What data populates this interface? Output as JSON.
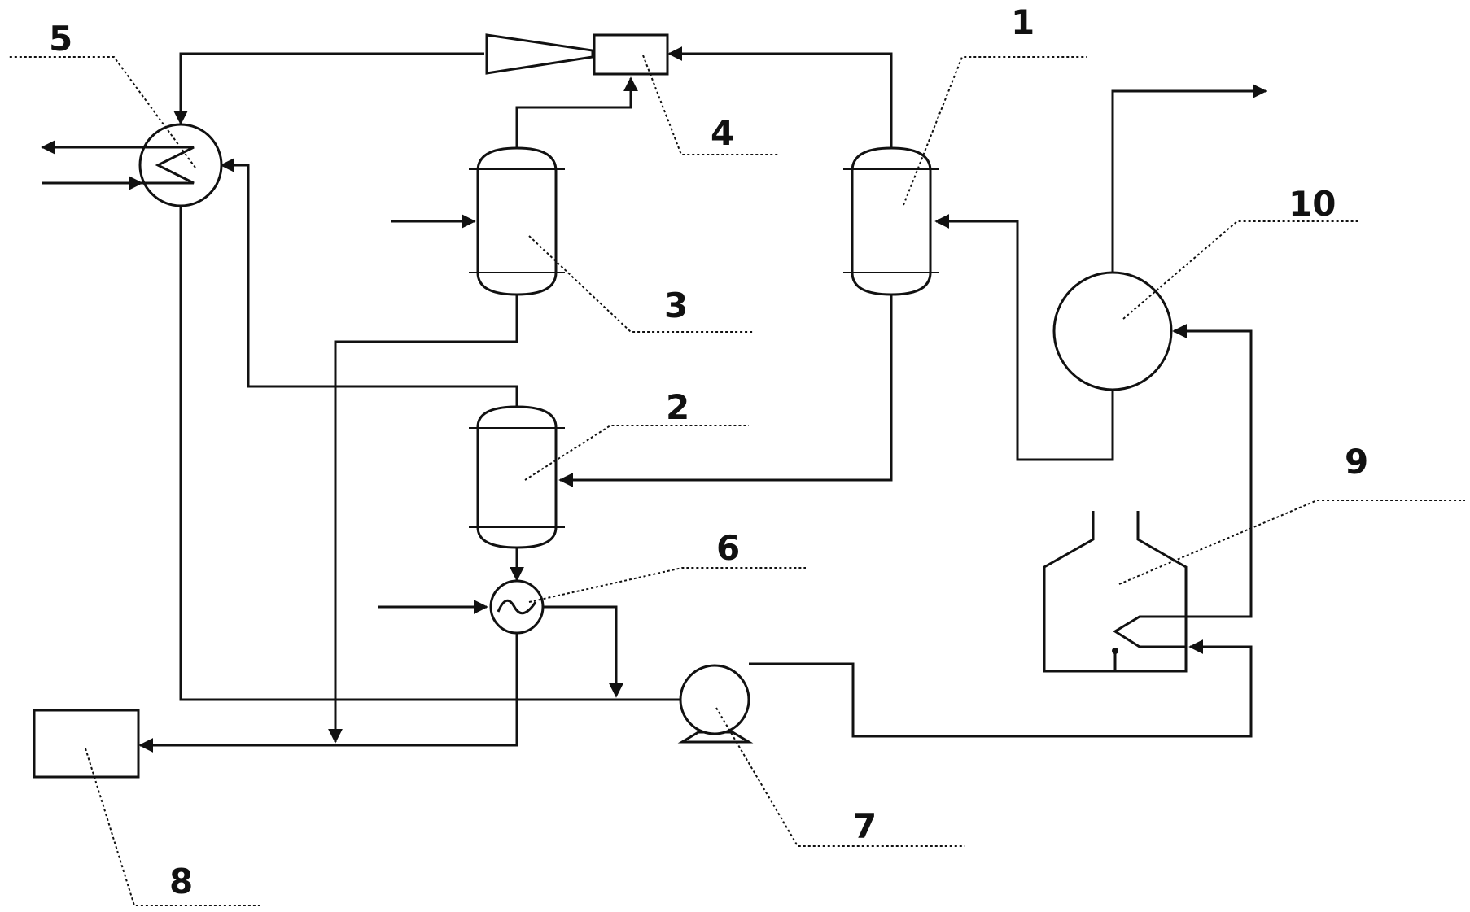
{
  "labels": {
    "reactor_1": "1",
    "reactor_2": "2",
    "reactor_3": "3",
    "mixer_4": "4",
    "exchanger_5": "5",
    "exchanger_6": "6",
    "pump_7": "7",
    "tank_8": "8",
    "furnace_9": "9",
    "separator_10": "10"
  }
}
